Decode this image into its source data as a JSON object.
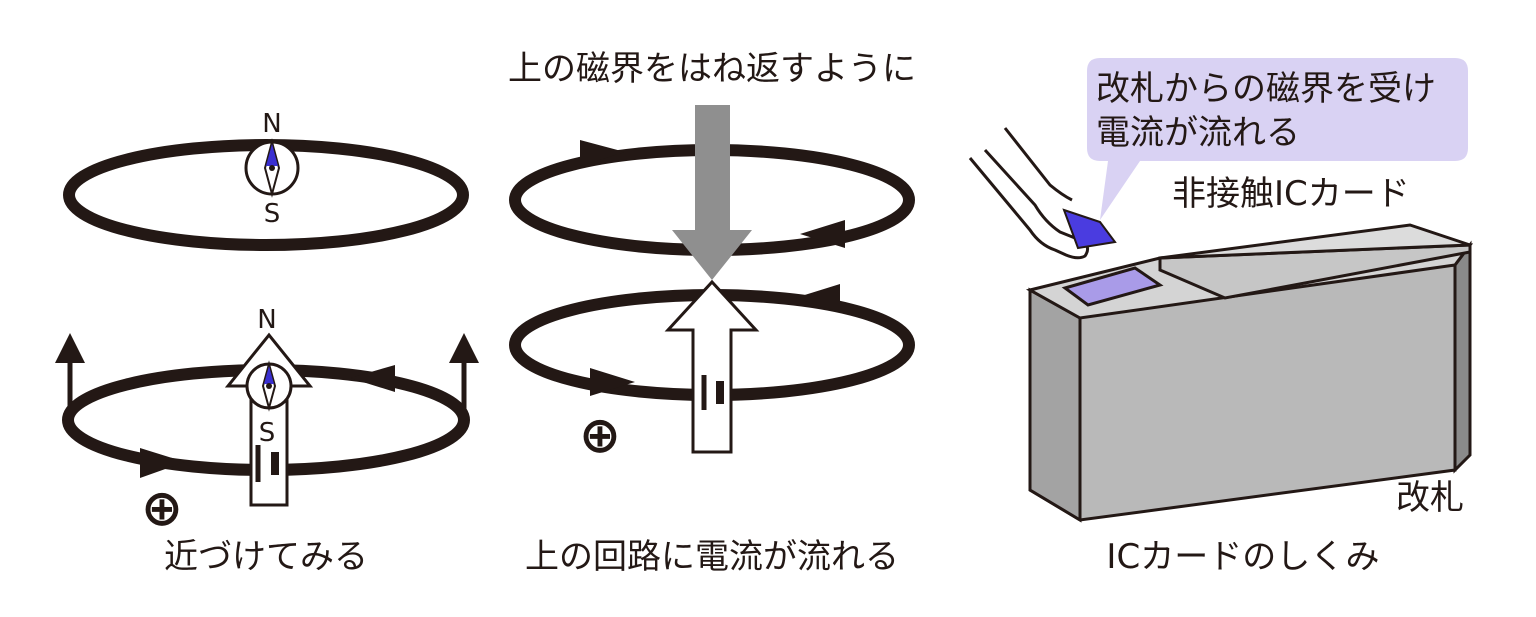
{
  "panels": {
    "left": {
      "caption": "近づけてみる",
      "compass_top": {
        "n": "N",
        "s": "S"
      },
      "compass_bottom": {
        "n": "N",
        "s": "S"
      },
      "plus_symbol": "⊕"
    },
    "middle": {
      "top_caption": "上の磁界をはね返すように",
      "caption": "上の回路に電流が流れる",
      "plus_symbol": "⊕"
    },
    "right": {
      "bubble_text": [
        "改札からの磁界を受け",
        "電流が流れる"
      ],
      "card_label": "非接触ICカード",
      "gate_label": "改札",
      "caption": "ICカードのしくみ"
    }
  },
  "colors": {
    "ink": "#231815",
    "needle": "#3a2fd0",
    "bubble": "#d9d2f3",
    "card": "#4a3ce0",
    "reader": "#a99be8",
    "gate_front": "#b9b9b9",
    "gate_top": "#d4d4d4",
    "gate_side": "#9a9a9a",
    "field_arrow": "#8f8f8f"
  }
}
